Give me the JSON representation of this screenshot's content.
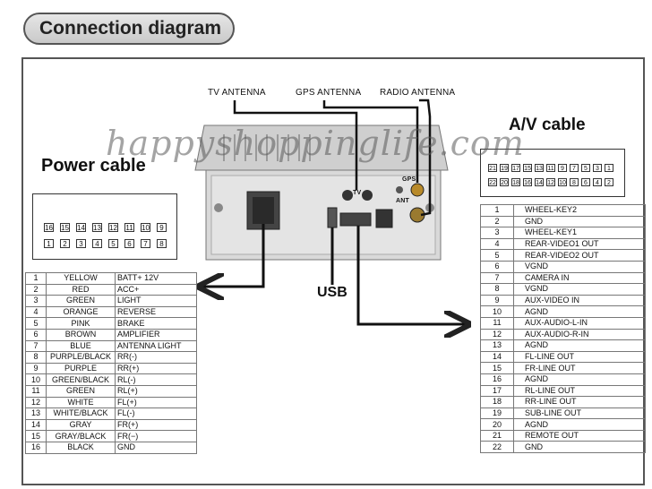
{
  "title": "Connection diagram",
  "watermark": "happyshoppinglife.com",
  "antenna_labels": {
    "tv": "TV ANTENNA",
    "gps": "GPS  ANTENNA",
    "radio": "RADIO ANTENNA"
  },
  "port_labels": {
    "tv": "TV",
    "gps": "GPS",
    "ant": "ANT"
  },
  "usb_label": "USB",
  "power_cable": {
    "heading": "Power cable",
    "pins_top": [
      "16",
      "15",
      "14",
      "13",
      "12",
      "11",
      "10",
      "9"
    ],
    "pins_bottom": [
      "1",
      "2",
      "3",
      "4",
      "5",
      "6",
      "7",
      "8"
    ],
    "rows": [
      {
        "n": "1",
        "color": "YELLOW",
        "func": "BATT+ 12V"
      },
      {
        "n": "2",
        "color": "RED",
        "func": "ACC+"
      },
      {
        "n": "3",
        "color": "GREEN",
        "func": "LIGHT"
      },
      {
        "n": "4",
        "color": "ORANGE",
        "func": "REVERSE"
      },
      {
        "n": "5",
        "color": "PINK",
        "func": "BRAKE"
      },
      {
        "n": "6",
        "color": "BROWN",
        "func": "AMPLIFIER"
      },
      {
        "n": "7",
        "color": "BLUE",
        "func": "ANTENNA LIGHT"
      },
      {
        "n": "8",
        "color": "PURPLE/BLACK",
        "func": "RR(-)"
      },
      {
        "n": "9",
        "color": "PURPLE",
        "func": "RR(+)"
      },
      {
        "n": "10",
        "color": "GREEN/BLACK",
        "func": "RL(-)"
      },
      {
        "n": "11",
        "color": "GREEN",
        "func": "RL(+)"
      },
      {
        "n": "12",
        "color": "WHITE",
        "func": "FL(+)"
      },
      {
        "n": "13",
        "color": "WHITE/BLACK",
        "func": "FL(-)"
      },
      {
        "n": "14",
        "color": "GRAY",
        "func": "FR(+)"
      },
      {
        "n": "15",
        "color": "GRAY/BLACK",
        "func": "FR(−)"
      },
      {
        "n": "16",
        "color": "BLACK",
        "func": "GND"
      }
    ]
  },
  "av_cable": {
    "heading": "A/V cable",
    "pins_top": [
      "21",
      "19",
      "17",
      "15",
      "13",
      "11",
      "9",
      "7",
      "5",
      "3",
      "1"
    ],
    "pins_bottom": [
      "22",
      "20",
      "18",
      "16",
      "14",
      "12",
      "10",
      "8",
      "6",
      "4",
      "2"
    ],
    "rows": [
      {
        "n": "1",
        "func": "WHEEL-KEY2"
      },
      {
        "n": "2",
        "func": "GND"
      },
      {
        "n": "3",
        "func": "WHEEL-KEY1"
      },
      {
        "n": "4",
        "func": "REAR-VIDEO1 OUT"
      },
      {
        "n": "5",
        "func": "REAR-VIDEO2 OUT"
      },
      {
        "n": "6",
        "func": "VGND"
      },
      {
        "n": "7",
        "func": "CAMERA IN"
      },
      {
        "n": "8",
        "func": "VGND"
      },
      {
        "n": "9",
        "func": "AUX-VIDEO  IN"
      },
      {
        "n": "10",
        "func": "AGND"
      },
      {
        "n": "11",
        "func": "AUX-AUDIO-L-IN"
      },
      {
        "n": "12",
        "func": "AUX-AUDIO-R-IN"
      },
      {
        "n": "13",
        "func": "AGND"
      },
      {
        "n": "14",
        "func": "FL-LINE  OUT"
      },
      {
        "n": "15",
        "func": "FR-LINE  OUT"
      },
      {
        "n": "16",
        "func": "AGND"
      },
      {
        "n": "17",
        "func": "RL-LINE  OUT"
      },
      {
        "n": "18",
        "func": "RR-LINE  OUT"
      },
      {
        "n": "19",
        "func": "SUB-LINE  OUT"
      },
      {
        "n": "20",
        "func": "AGND"
      },
      {
        "n": "21",
        "func": "REMOTE  OUT"
      },
      {
        "n": "22",
        "func": "GND"
      }
    ]
  }
}
